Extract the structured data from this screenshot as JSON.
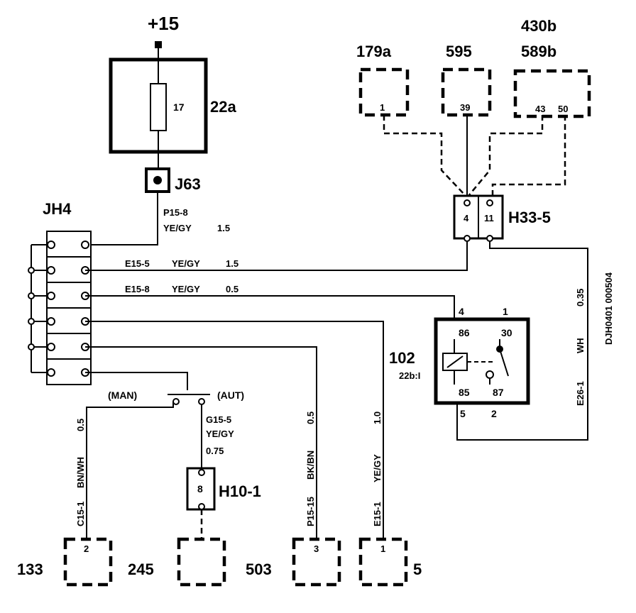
{
  "supply": "+15",
  "fuse": {
    "number": "17",
    "id": "22a"
  },
  "connector_j63": "J63",
  "junction": "JH4",
  "wire_p15_8": {
    "id": "P15-8",
    "color": "YE/GY",
    "size": "1.5"
  },
  "wire_e15_5": {
    "id": "E15-5",
    "color": "YE/GY",
    "size": "1.5"
  },
  "wire_e15_8": {
    "id": "E15-8",
    "color": "YE/GY",
    "size": "0.5"
  },
  "switch": {
    "man": "(MAN)",
    "aut": "(AUT)"
  },
  "wire_g15_5": {
    "id": "G15-5",
    "color": "YE/GY",
    "size": "0.75"
  },
  "connector_h10": {
    "pin": "8",
    "id": "H10-1"
  },
  "connector_h33": {
    "pin_a": "4",
    "pin_b": "11",
    "id": "H33-5"
  },
  "comp_179a": {
    "id": "179a",
    "pin": "1"
  },
  "comp_595": {
    "id": "595",
    "pin": "39"
  },
  "comp_430": {
    "id_a": "430b",
    "id_b": "589b",
    "pin_a": "43",
    "pin_b": "50"
  },
  "relay": {
    "id": "102",
    "sub": "22b:I",
    "pin_top_left": "4",
    "pin_top_right": "1",
    "t86": "86",
    "t30": "30",
    "t85": "85",
    "t87": "87",
    "pin_bottom_left": "5",
    "pin_bottom_right": "2"
  },
  "wire_e26_1": {
    "id": "E26-1",
    "color": "WH",
    "size": "0.35"
  },
  "drawing_ref": "DJH0401 000504",
  "wire_c15_1": {
    "id": "C15-1",
    "color": "BN/WH",
    "size": "0.5"
  },
  "wire_p15_15": {
    "id": "P15-15",
    "color": "BK/BN",
    "size": "0.5"
  },
  "wire_e15_1": {
    "id": "E15-1",
    "color": "YE/GY",
    "size": "1.0"
  },
  "comp_133": {
    "id": "133",
    "pin": "2"
  },
  "comp_245": {
    "id": "245"
  },
  "comp_503": {
    "id": "503",
    "pin": "3"
  },
  "comp_5": {
    "id": "5",
    "pin": "1"
  }
}
